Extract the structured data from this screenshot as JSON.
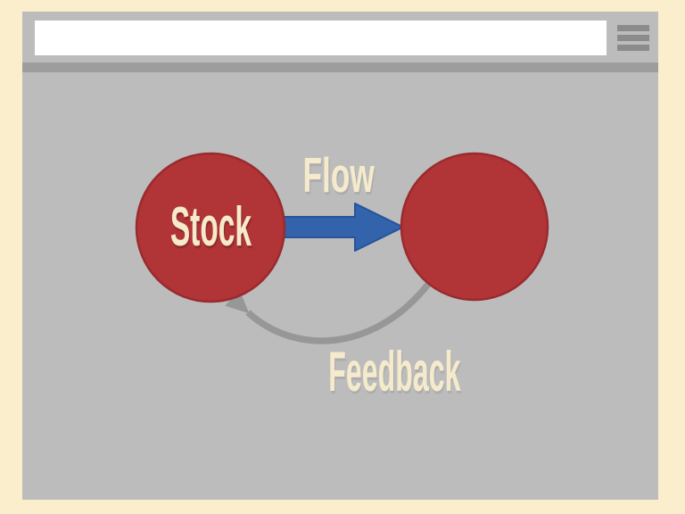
{
  "page": {
    "background_color": "#FAEECD"
  },
  "browser": {
    "frame_color": "#BCBCBC",
    "address_bar": {
      "value": "",
      "placeholder": ""
    },
    "menu_icon": "hamburger-menu-icon",
    "menu_icon_color": "#8B8B8B",
    "toolbar_divider_color": "#9D9D9D"
  },
  "diagram": {
    "nodes": [
      {
        "label": "Stock"
      },
      {
        "label": ""
      }
    ],
    "node_color": "#B13437",
    "node_border_color": "#992B2E",
    "flow": {
      "label": "Flow",
      "arrow_color": "#3263AB",
      "arrow_border_color": "#27549B"
    },
    "feedback": {
      "label": "Feedback",
      "arrow_color": "#979797"
    },
    "label_color": "#F5EBCC"
  }
}
